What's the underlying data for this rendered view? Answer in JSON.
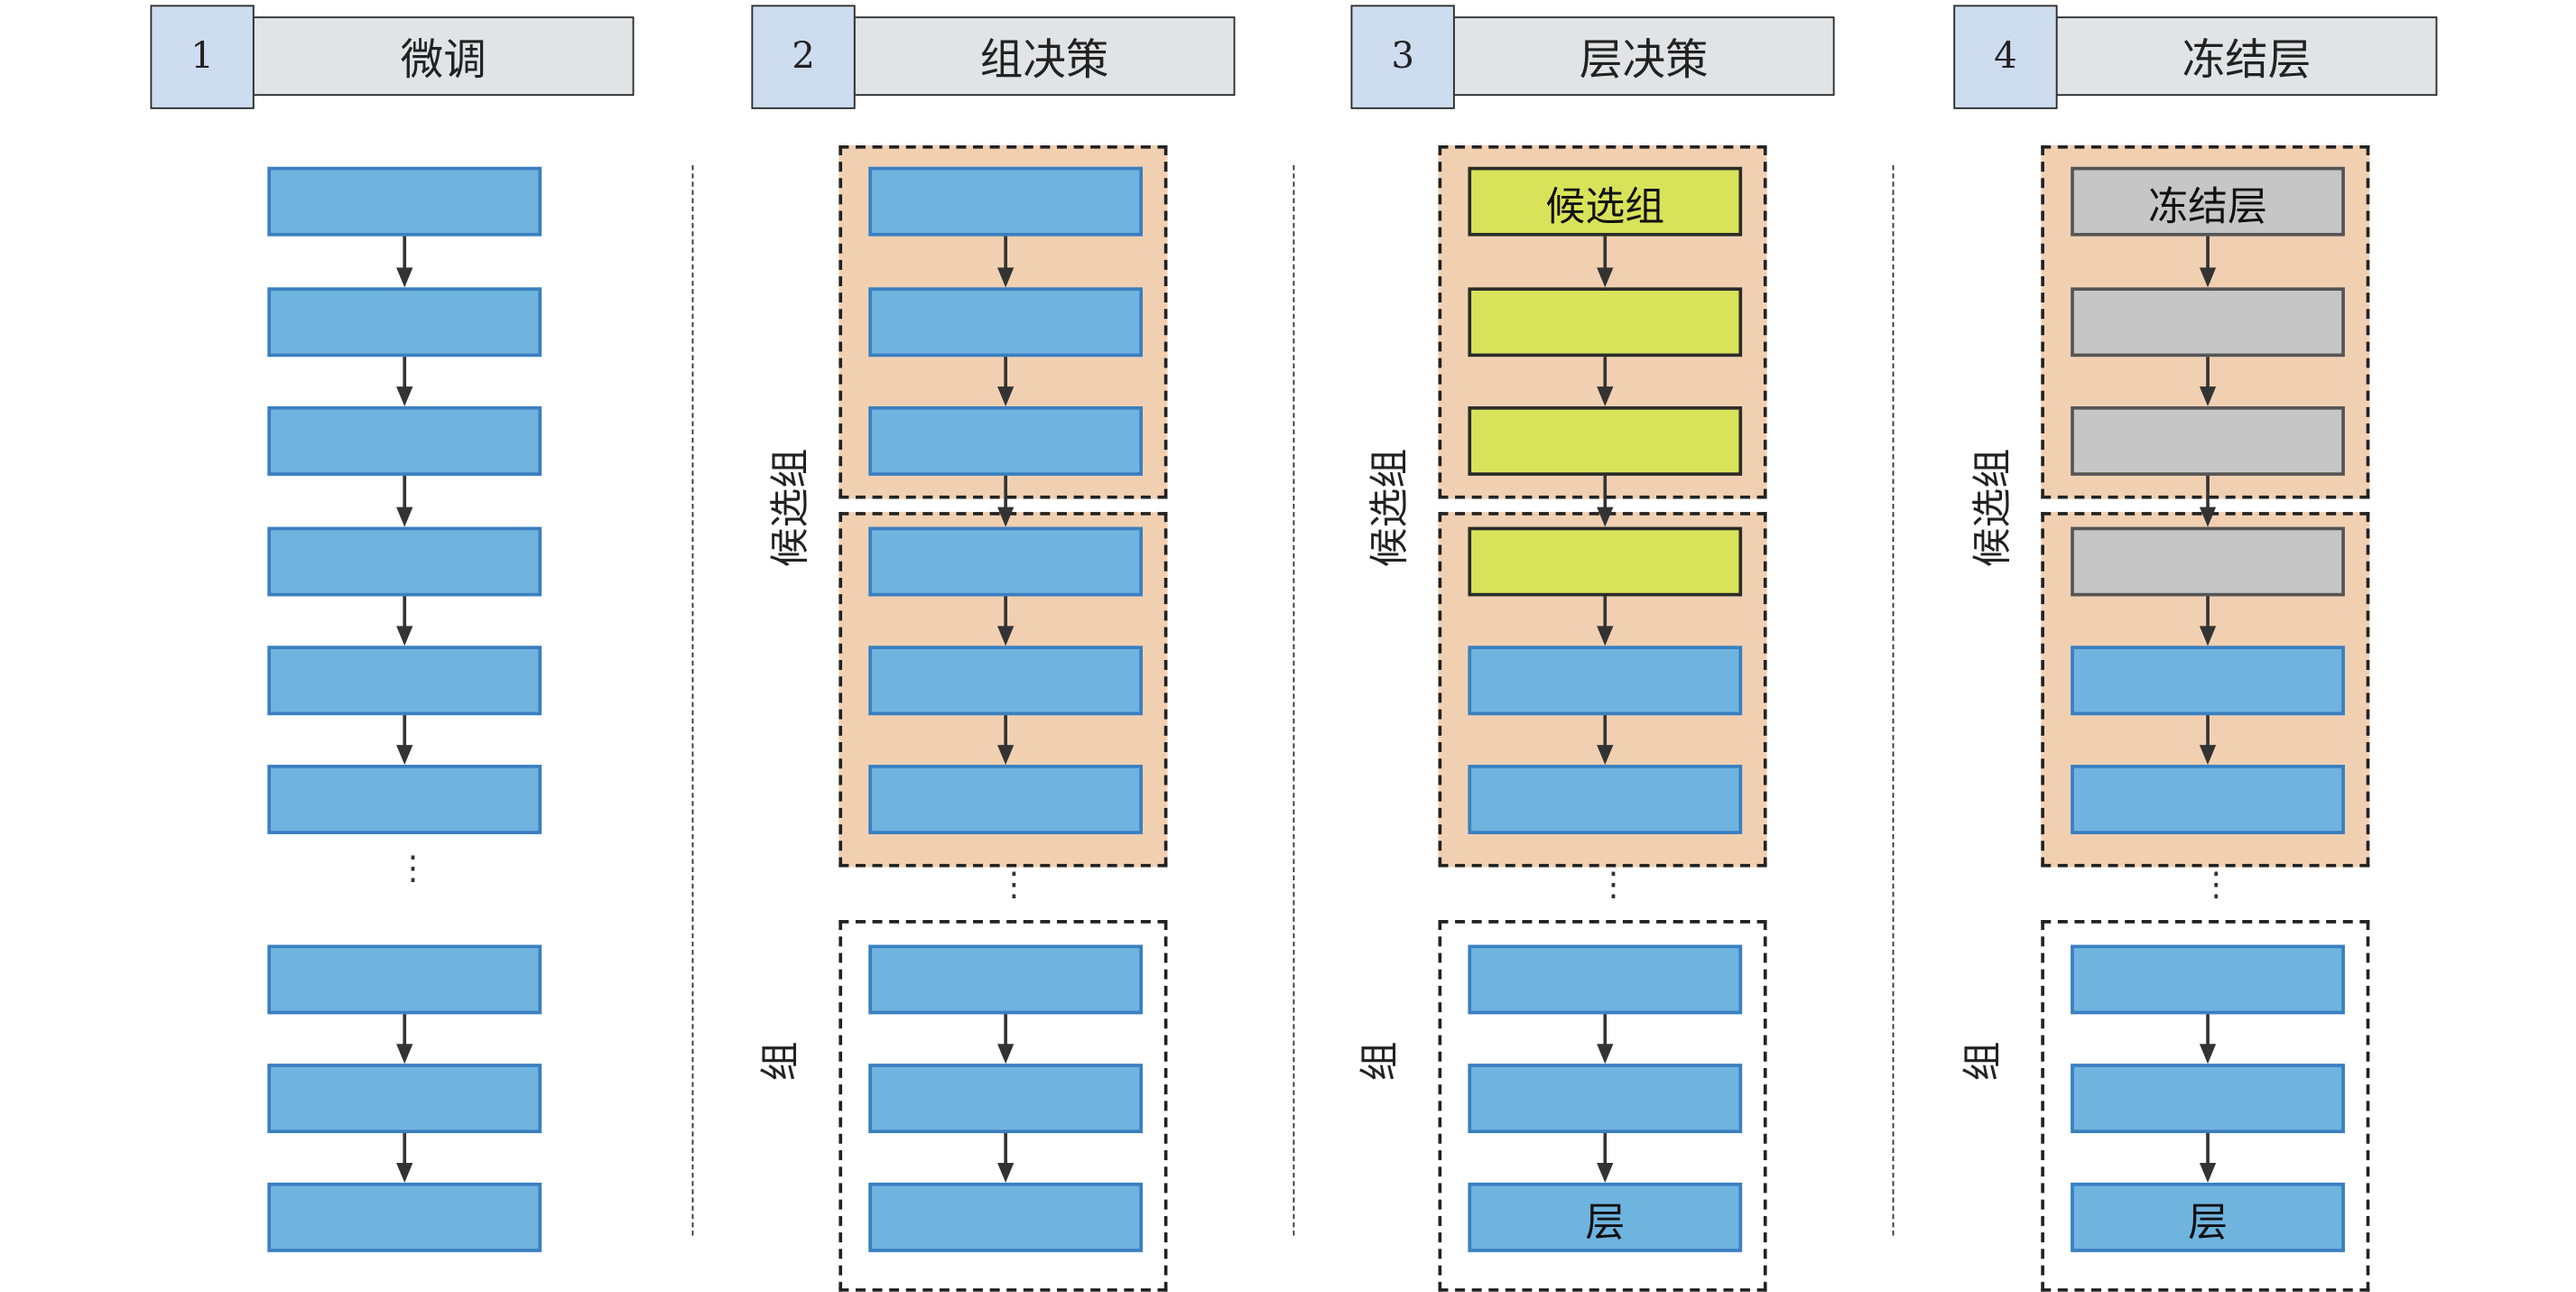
{
  "columns": [
    {
      "number": "1",
      "title": "微调",
      "style": "plain"
    },
    {
      "number": "2",
      "title": "组决策",
      "style": "groups"
    },
    {
      "number": "3",
      "title": "层决策",
      "style": "groups",
      "highlight": "yellow",
      "first_block_text": "候选组",
      "last_block_text": "层"
    },
    {
      "number": "4",
      "title": "冻结层",
      "style": "groups",
      "highlight": "gray",
      "first_block_text": "冻结层",
      "last_block_text": "层"
    }
  ],
  "side_labels": {
    "candidate": "候选组",
    "group": "组"
  },
  "ellipsis": "⋮",
  "colors": {
    "block": "#6fb3df",
    "candidate_bg": "#f1d0b2",
    "yellow": "#d9e35a",
    "gray": "#c6c6c6"
  }
}
